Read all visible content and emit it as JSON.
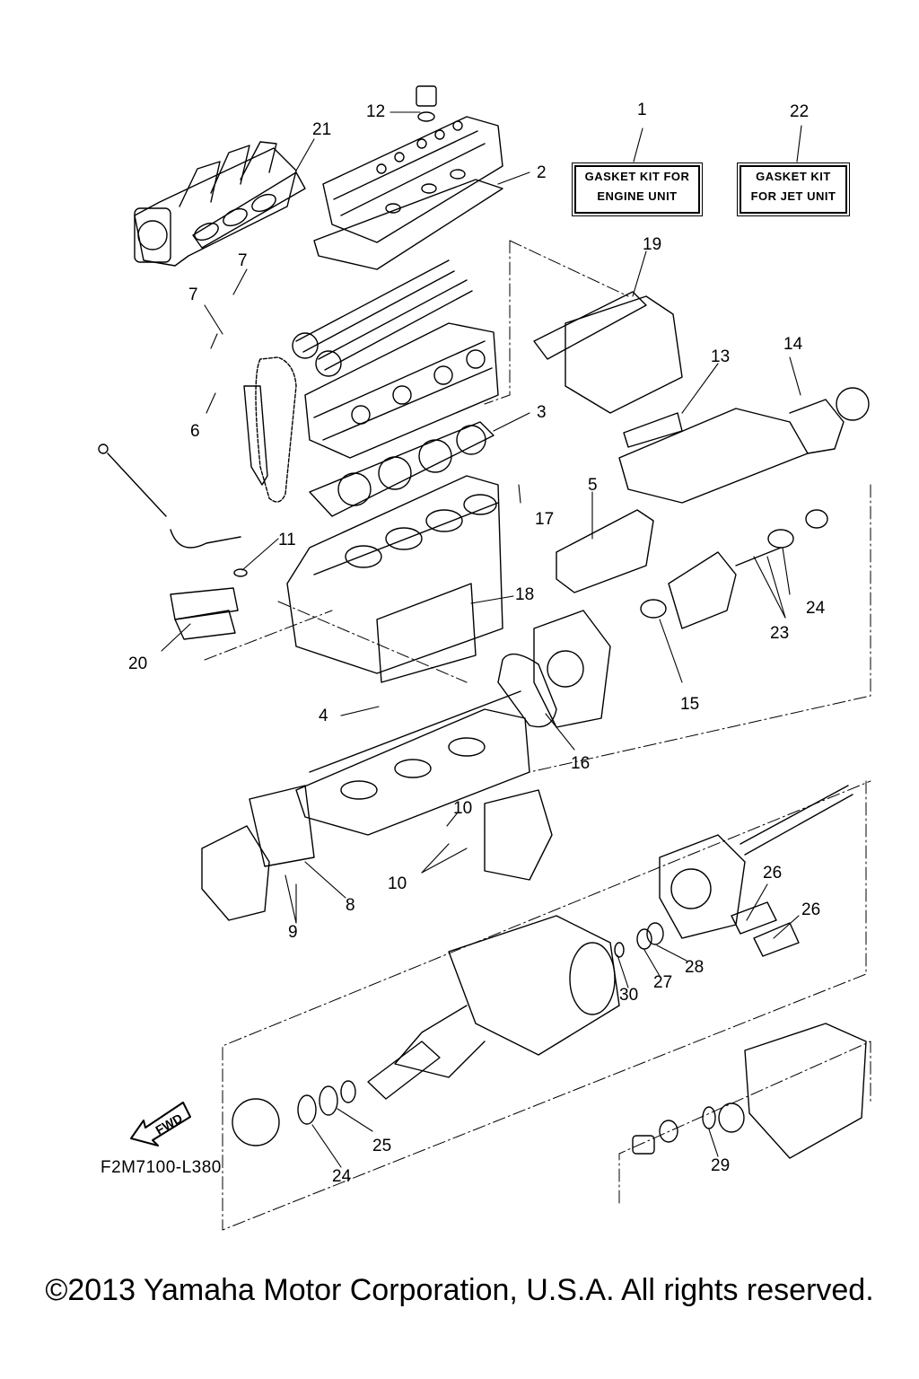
{
  "kits": {
    "engine": {
      "line1": "GASKET KIT FOR",
      "line2": "ENGINE UNIT"
    },
    "jet": {
      "line1": "GASKET KIT",
      "line2": "FOR JET UNIT"
    }
  },
  "callouts": [
    "1",
    "2",
    "3",
    "4",
    "5",
    "6",
    "7",
    "7",
    "8",
    "9",
    "10",
    "10",
    "11",
    "12",
    "13",
    "14",
    "15",
    "16",
    "17",
    "18",
    "19",
    "20",
    "21",
    "22",
    "23",
    "24",
    "24",
    "25",
    "26",
    "26",
    "27",
    "28",
    "29",
    "30"
  ],
  "fwd_label": "FWD",
  "diagram_code": "F2M7100-L380",
  "copyright": "©2013 Yamaha Motor Corporation, U.S.A. All rights reserved."
}
